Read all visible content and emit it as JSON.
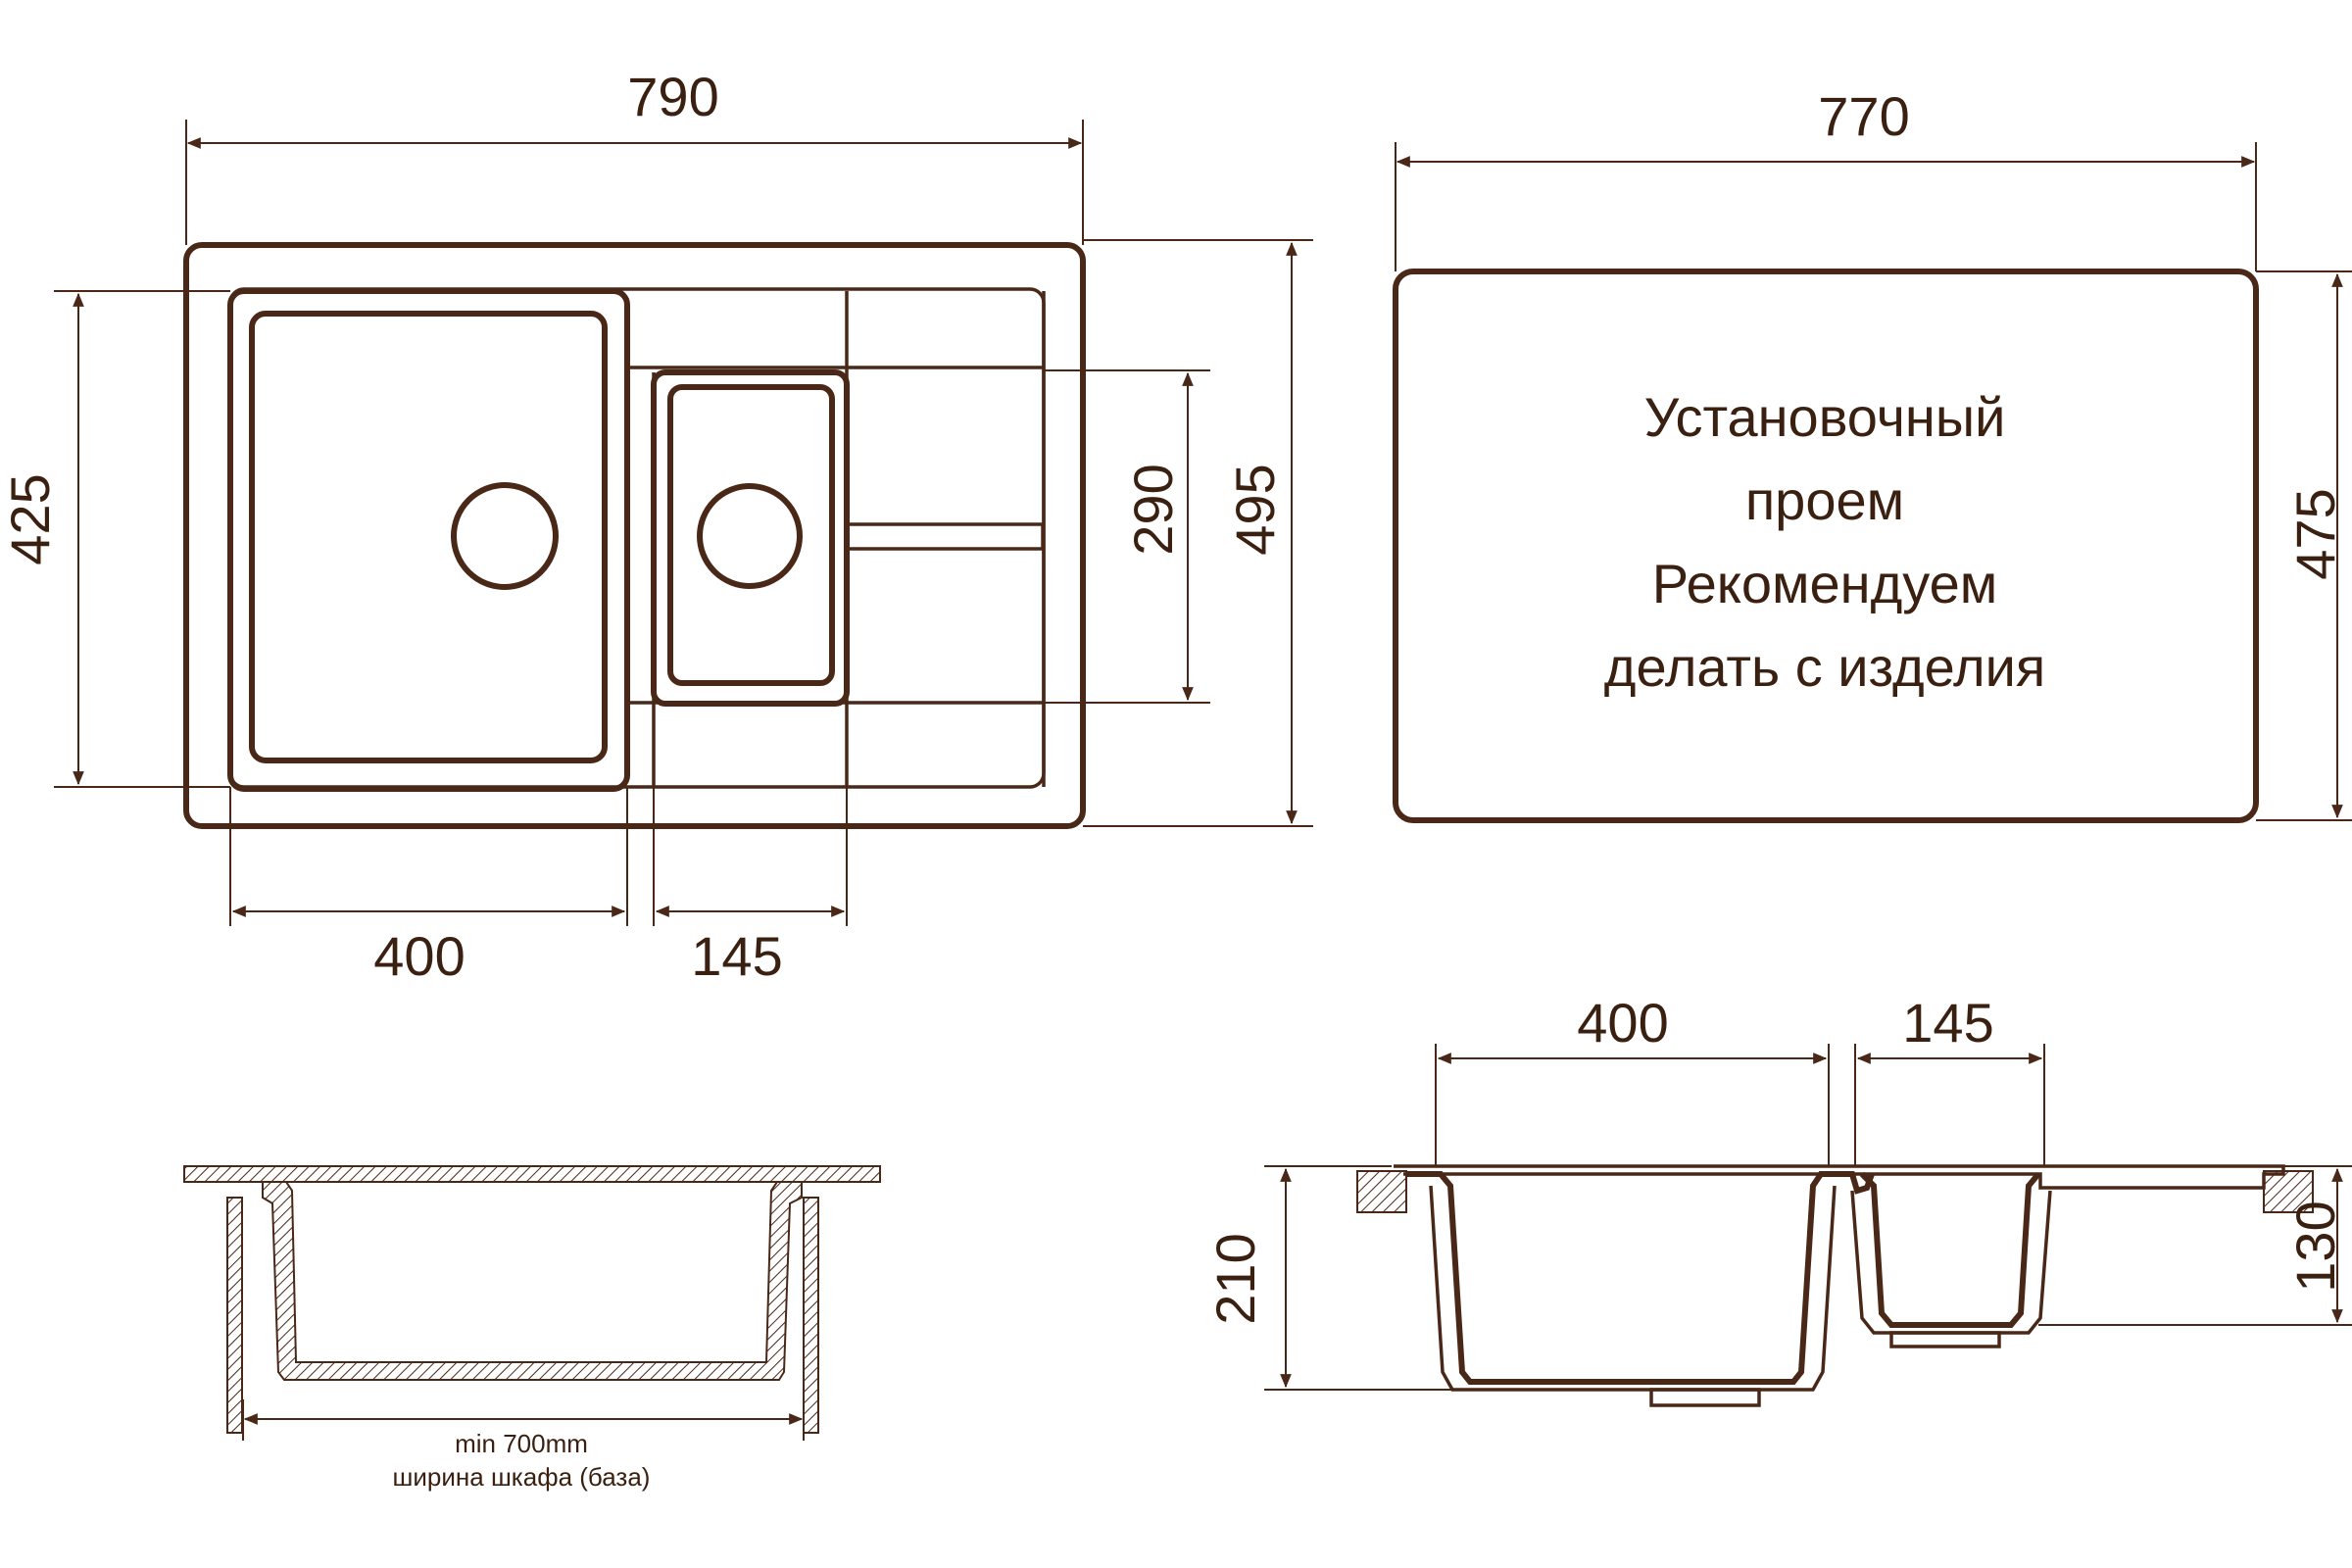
{
  "top_view": {
    "overall_width": "790",
    "overall_depth": "495",
    "bowl_depth": "425",
    "small_bowl_depth": "290",
    "big_bowl_width": "400",
    "small_bowl_width": "145"
  },
  "cutout_view": {
    "width": "770",
    "depth": "475",
    "note_lines": [
      "Установочный",
      "проем",
      "Рекомендуем",
      "делать с изделия"
    ]
  },
  "cabinet_view": {
    "min_width": "min 700mm",
    "caption": "ширина шкафа (база)"
  },
  "section_view": {
    "big_bowl_width": "400",
    "small_bowl_width": "145",
    "big_bowl_height": "210",
    "small_bowl_height": "130"
  },
  "colors": {
    "stroke": "#4a2818",
    "text": "#3a2010",
    "background": "#ffffff"
  }
}
